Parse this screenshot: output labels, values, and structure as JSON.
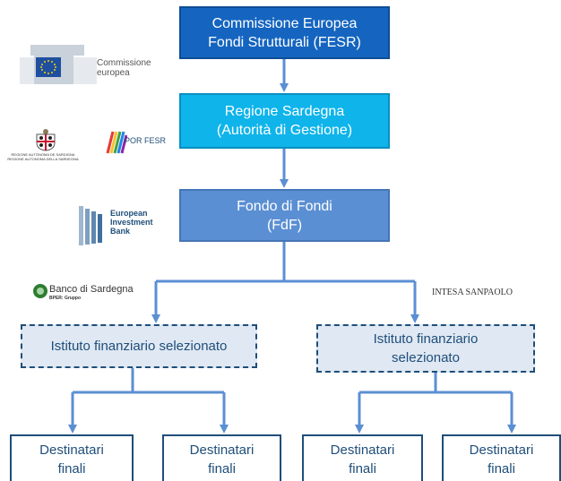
{
  "diagram": {
    "nodes": {
      "commissione": "Commissione Europea\nFondi Strutturali (FESR)",
      "regione": "Regione Sardegna\n(Autorità di Gestione)",
      "fdf": "Fondo di Fondi\n(FdF)",
      "istituto_1": "Istituto finanziario selezionato",
      "istituto_2": "Istituto finanziario\nselezionato",
      "destinatari_1": "Destinatari\nfinali",
      "destinatari_2": "Destinatari\nfinali",
      "destinatari_3": "Destinatari\nfinali",
      "destinatari_4": "Destinatari\nfinali"
    },
    "edges": [
      [
        "commissione",
        "regione"
      ],
      [
        "regione",
        "fdf"
      ],
      [
        "fdf",
        "istituto_1"
      ],
      [
        "fdf",
        "istituto_2"
      ],
      [
        "istituto_1",
        "destinatari_1"
      ],
      [
        "istituto_1",
        "destinatari_2"
      ],
      [
        "istituto_2",
        "destinatari_3"
      ],
      [
        "istituto_2",
        "destinatari_4"
      ]
    ]
  },
  "logos": {
    "commissione_europea": "Commissione\neuropea",
    "regione_sardegna": "REGIONE AUTÒNOMA DE SARDIGNA\nREGIONE AUTONOMA DELLA SARDEGNA",
    "por_fesr": "POR FESR",
    "eib": "European\nInvestment\nBank",
    "banco_di_sardegna": "Banco di Sardegna",
    "banco_di_sardegna_sub": "BPER: Gruppo",
    "intesa_sanpaolo": "INTESA SANPAOLO"
  },
  "colors": {
    "commissione_fill": "#1565c0",
    "regione_fill": "#0eb4ea",
    "fdf_fill": "#5b8fd3",
    "istituto_fill": "#dfe8f3",
    "border_dark": "#1f4e79",
    "arrow": "#5b8fd3"
  }
}
